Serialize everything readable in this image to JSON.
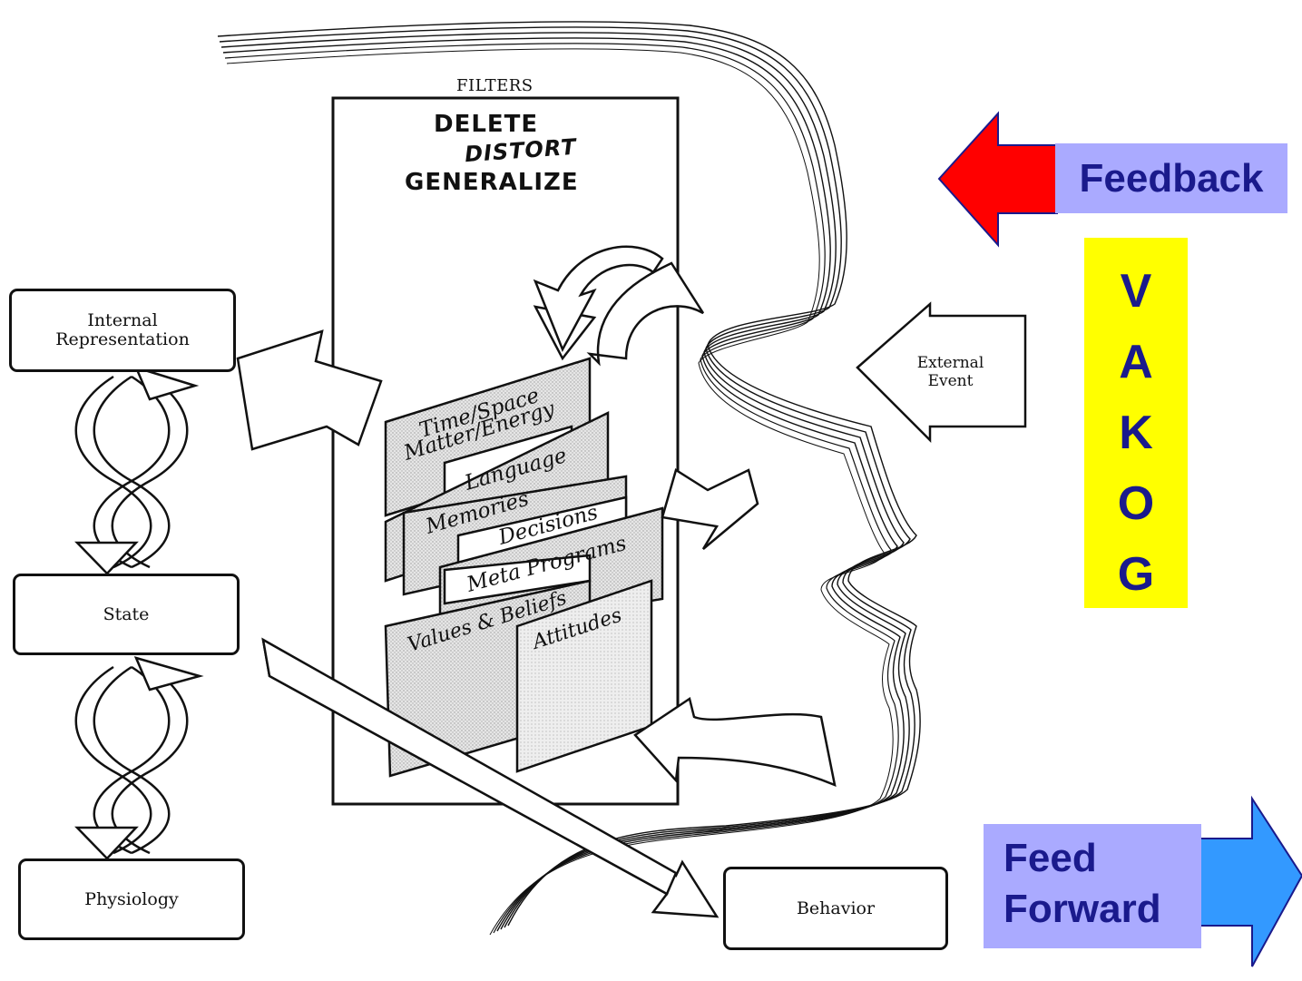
{
  "filters": {
    "label": "FILTERS",
    "delete": "DELETE",
    "distort": "DISTORT",
    "generalize": "GENERALIZE"
  },
  "boxes": {
    "internal_representation": "Internal\nRepresentation",
    "state": "State",
    "physiology": "Physiology",
    "behavior": "Behavior"
  },
  "external_event": "External\nEvent",
  "cards": {
    "time_space": "Time/Space",
    "matter_energy": "Matter/Energy",
    "language": "Language",
    "memories": "Memories",
    "decisions": "Decisions",
    "meta_programs": "Meta Programs",
    "values_beliefs": "Values & Beliefs",
    "attitudes": "Attitudes"
  },
  "feedback": "Feedback",
  "vakog": [
    "V",
    "A",
    "K",
    "O",
    "G"
  ],
  "feed_forward": [
    "Feed",
    "Forward"
  ],
  "colors": {
    "feedback_arrow": "#ff0000",
    "feedforward_arrow": "#3399ff",
    "label_bg": "#aaaaff",
    "vakog_bg": "#ffff00",
    "label_text": "#1a1a8c"
  }
}
